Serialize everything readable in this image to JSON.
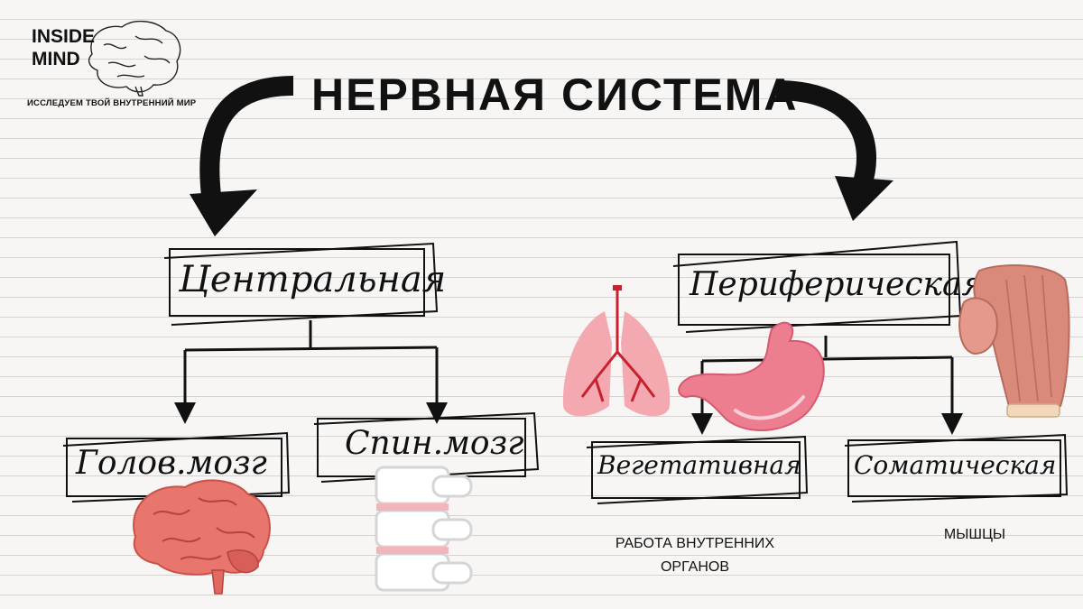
{
  "logo": {
    "name_line1": "INSIDE",
    "name_line2": "MIND",
    "tagline": "ИССЛЕДУЕМ ТВОЙ ВНУТРЕННИЙ МИР"
  },
  "title": "НЕРВНАЯ СИСТЕМА",
  "nodes": {
    "central": "Центральная",
    "peripheral": "Периферическая",
    "brain": "Голов.мозг",
    "spinal": "Спин.мозг",
    "vegetative": "Вегетативная",
    "somatic": "Соматическая"
  },
  "notes": {
    "vegetative_line1": "РАБОТА ВНУТРЕННИХ",
    "vegetative_line2": "ОРГАНОВ",
    "somatic": "МЫШЦЫ"
  },
  "icons": [
    "brain-sketch-icon",
    "brain-icon",
    "spine-icon",
    "lungs-icon",
    "stomach-icon",
    "muscle-icon"
  ],
  "colors": {
    "ink": "#111111",
    "paper": "#f7f6f5",
    "brain": "#e9766d",
    "lungs": "#f4a9b1",
    "stomach": "#ec7e90",
    "muscle": "#d98a7a"
  }
}
